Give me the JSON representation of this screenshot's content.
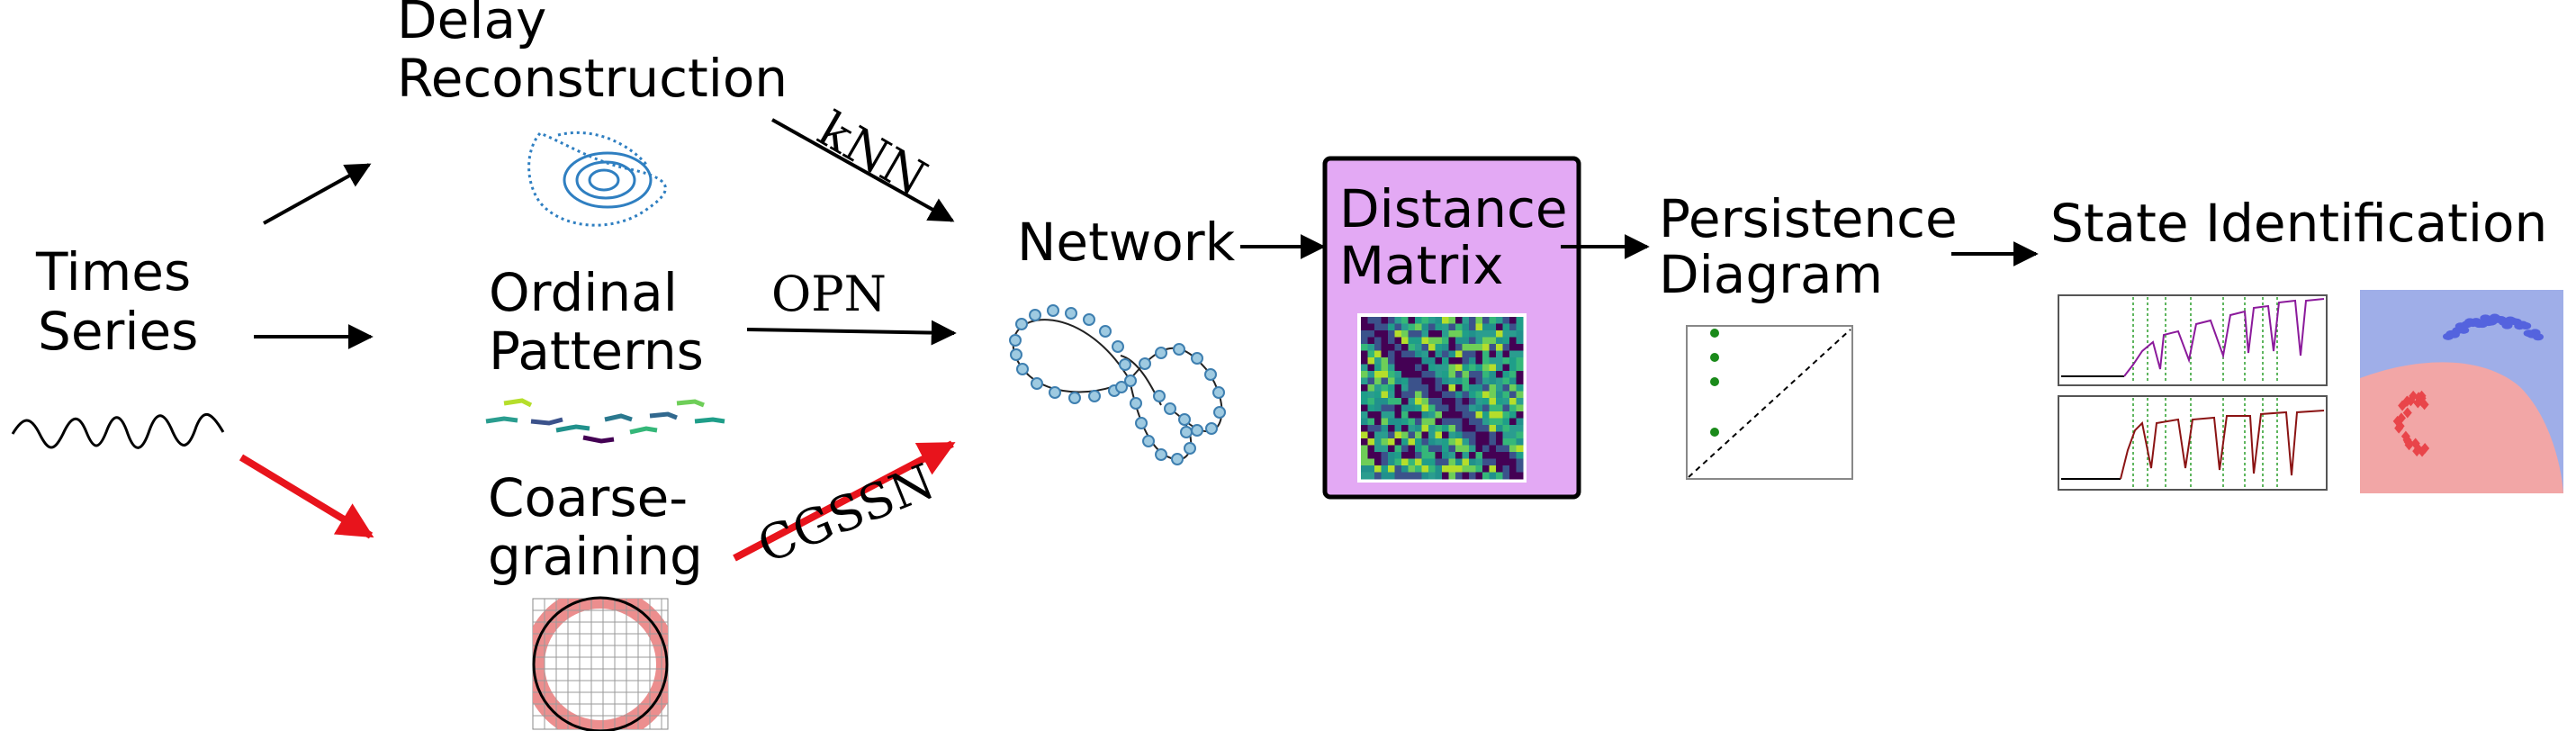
{
  "input": {
    "label_line1": "Times",
    "label_line2": "Series"
  },
  "methods": {
    "delay": {
      "line1": "Delay",
      "line2": "Reconstruction",
      "edge_label": "kNN"
    },
    "ordinal": {
      "line1": "Ordinal",
      "line2": "Patterns",
      "edge_label": "OPN"
    },
    "coarse": {
      "line1": "Coarse-",
      "line2": "graining",
      "edge_label": "CGSSN"
    }
  },
  "stages": {
    "network": "Network",
    "distance_line1": "Distance",
    "distance_line2": "Matrix",
    "persistence_line1": "Persistence",
    "persistence_line2": "Diagram",
    "state": "State Identification"
  },
  "colors": {
    "highlight_arrow": "#e8141c",
    "distance_box_fill": "#e3a9f4",
    "node_fill": "#9ecae1",
    "node_stroke": "#3e7fb0",
    "attractor": "#2f7fc1",
    "persistence_points": "#1a8a1a",
    "grid_fill": "#ec8e8e",
    "region_blue": "#9faee8",
    "region_red": "#f2a6a6",
    "cluster_blue": "#3c4bdb",
    "cluster_red": "#e8353b",
    "series_purple": "#8b1a9b",
    "series_darkred": "#8b1414"
  }
}
